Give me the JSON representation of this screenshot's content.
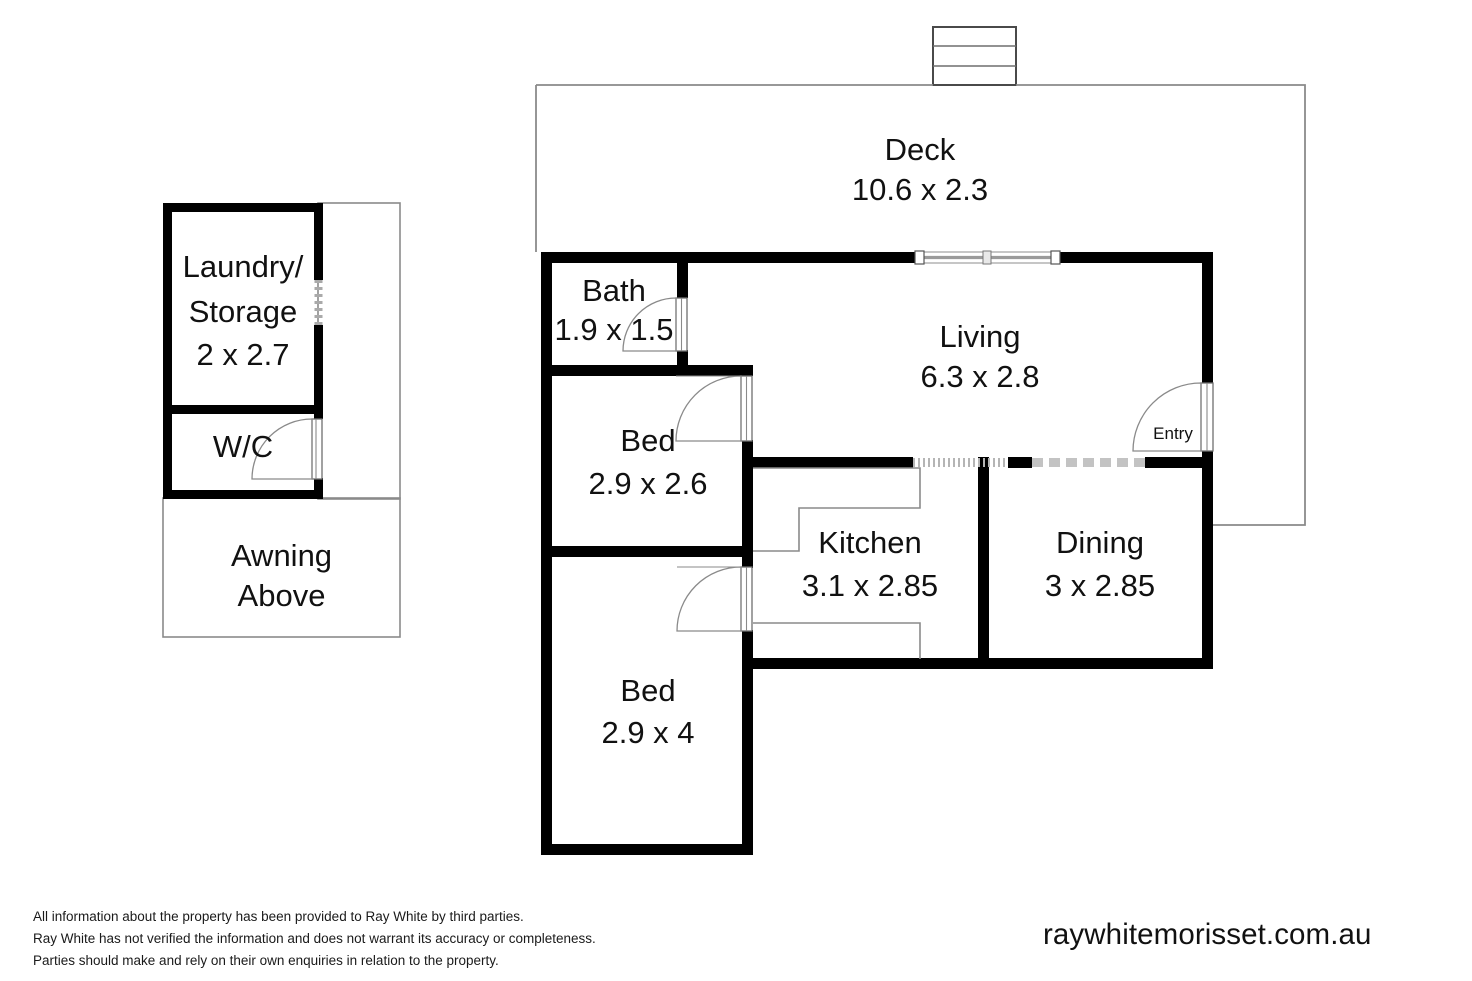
{
  "document": {
    "type": "floor-plan",
    "brand_url": "raywhitemorisset.com.au",
    "disclaimer": [
      "All information about the property has been provided to Ray White by third parties.",
      "Ray White has not verified the information and does not warrant its accuracy or completeness.",
      "Parties should make and rely on their own enquiries in relation to the property."
    ]
  },
  "colors": {
    "wall": "#000000",
    "thin_line": "#8a8a8a",
    "background": "#ffffff",
    "text": "#111111"
  },
  "outbuilding": {
    "rooms": [
      {
        "name": "Laundry/",
        "name2": "Storage",
        "dim": "2 x 2.7"
      },
      {
        "name": "W/C",
        "dim": ""
      }
    ],
    "awning": {
      "line1": "Awning",
      "line2": "Above"
    }
  },
  "main_building": {
    "rooms": [
      {
        "name": "Deck",
        "dim": "10.6 x 2.3"
      },
      {
        "name": "Bath",
        "dim": "1.9 x 1.5"
      },
      {
        "name": "Living",
        "dim": "6.3 x 2.8"
      },
      {
        "name": "Bed",
        "dim": "2.9 x 2.6"
      },
      {
        "name": "Kitchen",
        "dim": "3.1 x 2.85"
      },
      {
        "name": "Dining",
        "dim": "3 x 2.85"
      },
      {
        "name": "Bed",
        "dim": "2.9 x 4"
      }
    ],
    "entry_label": "Entry"
  }
}
